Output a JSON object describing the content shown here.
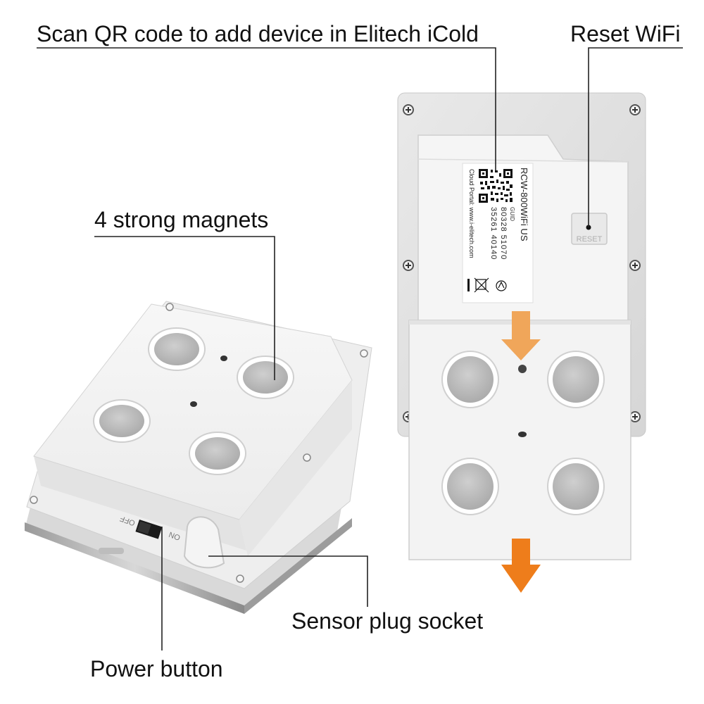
{
  "callouts": {
    "qr_code": "Scan QR code to add device in Elitech iCold",
    "reset_wifi": "Reset WiFi",
    "magnets": "4 strong magnets",
    "sensor_socket": "Sensor plug socket",
    "power_button": "Power button"
  },
  "device_label": {
    "model": "RCW-800WiFi US",
    "guid_caption": "GUID",
    "guid_line1": "80328 51070",
    "guid_line2": "35261 40140",
    "cloud_portal": "Cloud Portal: www.i-elitech.com"
  },
  "switch": {
    "off": "OFF",
    "on": "ON"
  },
  "reset_button": {
    "label": "RESET"
  },
  "colors": {
    "arrow_light": "#f0a65a",
    "arrow_dark": "#ee7d1b",
    "device_body": "#f2f2f2",
    "magnet": "#b4b4b4",
    "leader_line": "#222222"
  }
}
